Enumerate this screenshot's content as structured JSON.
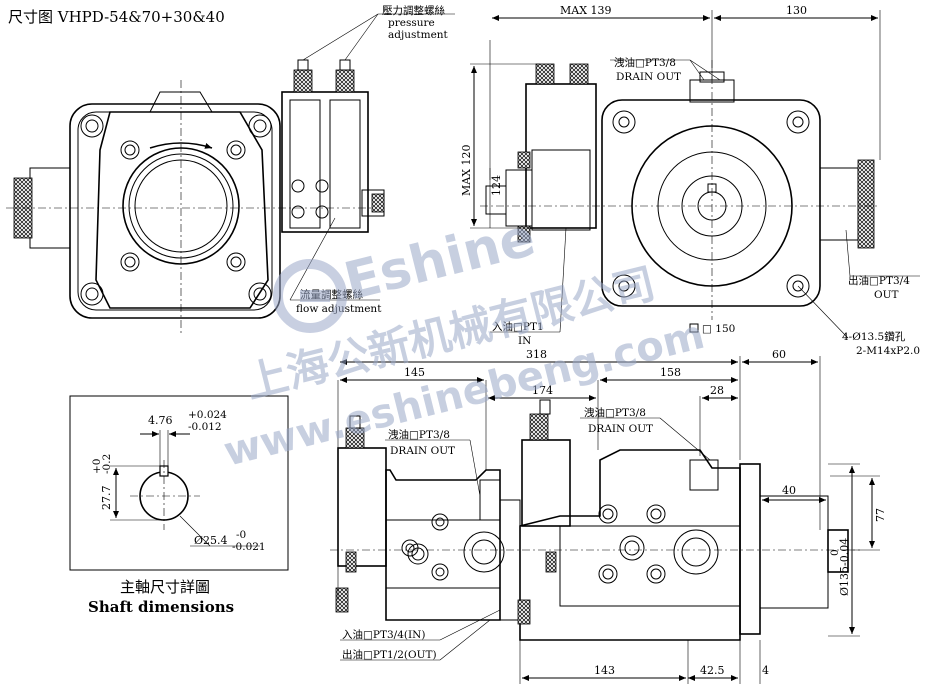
{
  "title": "尺寸图 VHPD-54&70+30&40",
  "watermark": {
    "brand": "Eshine",
    "company_cn": "上海公新机械有限公司",
    "website": "www.eshinebeng.com"
  },
  "labels": {
    "pressure_cn": "壓力調整螺絲",
    "pressure_en1": "pressure",
    "pressure_en2": "adjustment",
    "flow_cn": "流量調整螺絲",
    "flow_en": "flow adjustment",
    "drain_top": "洩油□PT3/8",
    "drain_out": "DRAIN OUT",
    "outlet_cn": "出油□PT3/4",
    "outlet_en": "OUT",
    "inlet_cn": "入油□PT1",
    "inlet_en": "IN",
    "holes_cn": "4-Ø13.5鑽孔",
    "holes_thread": "2-M14xP2.0",
    "square": "□ 150",
    "drain_mid": "洩油□PT3/8",
    "drain_mid_en": "DRAIN OUT",
    "drain_right": "洩油□PT3/8",
    "drain_right_en": "DRAIN OUT",
    "inlet_bottom": "入油□PT3/4(IN)",
    "outlet_bottom": "出油□PT1/2(OUT)",
    "shaft_cn": "主軸尺寸詳圖",
    "shaft_en": "Shaft dimensions"
  },
  "dimensions": {
    "max139": "MAX 139",
    "d130": "130",
    "max120": "MAX 120",
    "d124": "124",
    "d318": "318",
    "d60": "60",
    "d145": "145",
    "d174": "174",
    "d158": "158",
    "d28": "28",
    "d40": "40",
    "d77": "77",
    "d135": "Ø135-0.04",
    "d135_tol": "0",
    "d143": "143",
    "d42_5": "42.5",
    "d4": "4",
    "key_width": "4.76",
    "key_tol_up": "+0.024",
    "key_tol_dn": "-0.012",
    "key_depth": "27.7",
    "key_depth_up": "+0",
    "key_depth_dn": "-0.2",
    "shaft_dia": "Ø25.4",
    "shaft_up": "-0",
    "shaft_dn": "-0.021"
  }
}
